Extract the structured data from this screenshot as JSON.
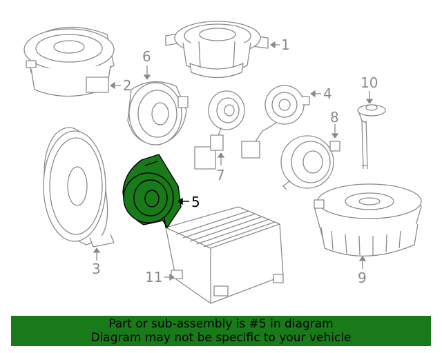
{
  "callouts": [
    {
      "id": "1",
      "label": "1",
      "highlighted": false
    },
    {
      "id": "2",
      "label": "2",
      "highlighted": false
    },
    {
      "id": "3",
      "label": "3",
      "highlighted": false
    },
    {
      "id": "4",
      "label": "4",
      "highlighted": false
    },
    {
      "id": "5",
      "label": "5",
      "highlighted": true
    },
    {
      "id": "6",
      "label": "6",
      "highlighted": false
    },
    {
      "id": "7",
      "label": "7",
      "highlighted": false
    },
    {
      "id": "8",
      "label": "8",
      "highlighted": false
    },
    {
      "id": "9",
      "label": "9",
      "highlighted": false
    },
    {
      "id": "10",
      "label": "10",
      "highlighted": false
    },
    {
      "id": "11",
      "label": "11",
      "highlighted": false
    }
  ],
  "banner": {
    "line1": "Part or sub-assembly is #5 in diagram",
    "line2": "Diagram may not be specific to your vehicle"
  },
  "colors": {
    "line": "#8a8a8a",
    "highlight_fill": "#197a19",
    "highlight_stroke": "#000000",
    "banner_bg": "#197a19"
  }
}
